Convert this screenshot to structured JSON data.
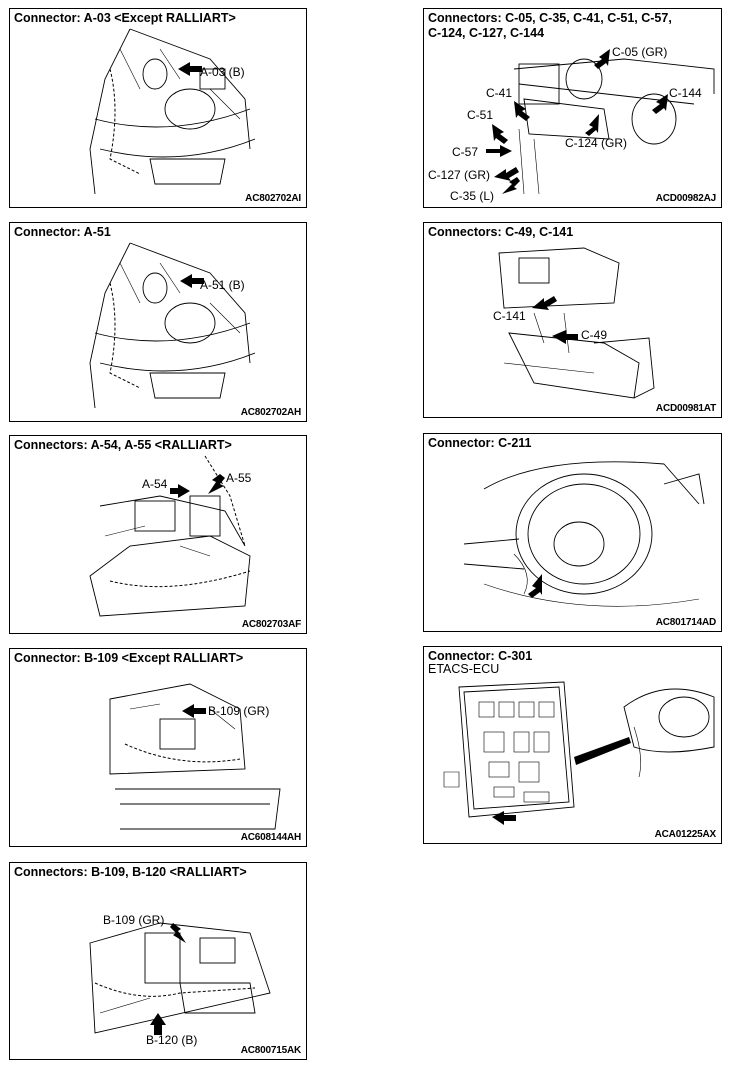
{
  "panels": {
    "p1": {
      "title": "Connector: A-03 <Except RALLIART>",
      "labels": [
        "A-03 (B)"
      ],
      "code": "AC802702",
      "code_suffix": "AI"
    },
    "p2": {
      "title": "Connector: A-51",
      "labels": [
        "A-51 (B)"
      ],
      "code": "AC802702",
      "code_suffix": "AH"
    },
    "p3": {
      "title": "Connectors: A-54, A-55 <RALLIART>",
      "labels": [
        "A-54",
        "A-55"
      ],
      "code": "AC802703",
      "code_suffix": "AF"
    },
    "p4": {
      "title": "Connector: B-109 <Except RALLIART>",
      "labels": [
        "B-109 (GR)"
      ],
      "code": "AC608144",
      "code_suffix": "AH"
    },
    "p5": {
      "title": "Connectors: B-109, B-120 <RALLIART>",
      "labels": [
        "B-109 (GR)",
        "B-120 (B)"
      ],
      "code": "AC800715",
      "code_suffix": "AK"
    },
    "p6": {
      "title_line1": "Connectors: C-05, C-35, C-41, C-51, C-57,",
      "title_line2": "C-124, C-127, C-144",
      "labels": [
        "C-05 (GR)",
        "C-144",
        "C-41",
        "C-51",
        "C-124 (GR)",
        "C-57",
        "C-127 (GR)",
        "C-35 (L)"
      ],
      "code": "ACD00982",
      "code_suffix": "AJ"
    },
    "p7": {
      "title": "Connectors: C-49, C-141",
      "labels": [
        "C-141",
        "C-49"
      ],
      "code": "ACD00981",
      "code_suffix": "AT"
    },
    "p8": {
      "title": "Connector: C-211",
      "labels": [],
      "code": "AC801714",
      "code_suffix": "AD"
    },
    "p9": {
      "title": "Connector: C-301",
      "subtitle": "ETACS-ECU",
      "labels": [],
      "code": "ACA01225",
      "code_suffix": "AX"
    }
  }
}
